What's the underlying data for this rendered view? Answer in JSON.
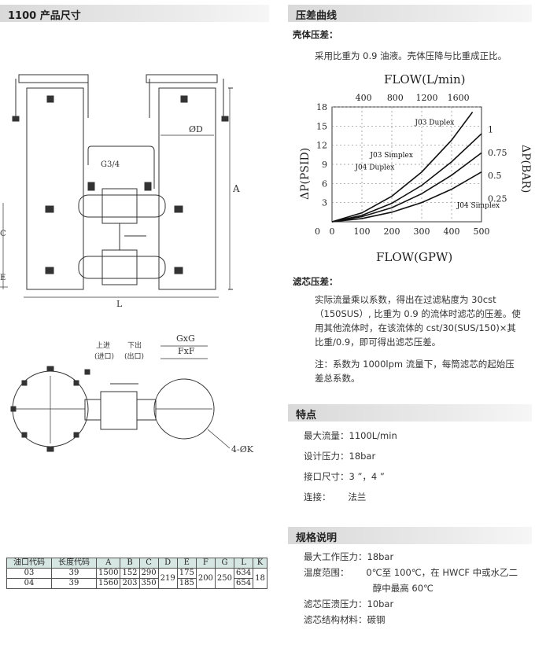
{
  "left_header": {
    "title": "1100 产品尺寸"
  },
  "drawing": {
    "labels": {
      "thread": "G3/4",
      "a": "A",
      "phi_d": "ØD",
      "l": "L",
      "c": "C",
      "e": "E",
      "inlet": "上进",
      "inlet_sub": "(进口)",
      "outlet": "下出",
      "outlet_sub": "(出口)",
      "gxg": "GxG",
      "fxf": "FxF",
      "holes": "4-ØK"
    }
  },
  "dimension_table": {
    "headers": [
      "油口代码",
      "长度代码",
      "A",
      "B",
      "C",
      "D",
      "E",
      "F",
      "G",
      "L",
      "K"
    ],
    "rows": [
      {
        "port": "03",
        "length": "39",
        "A": "1500",
        "B": "152",
        "C": "290",
        "E": "175",
        "L": "634"
      },
      {
        "port": "04",
        "length": "39",
        "A": "1560",
        "B": "203",
        "C": "350",
        "E": "185",
        "L": "654"
      }
    ],
    "shared": {
      "D": "219",
      "F": "200",
      "G": "250",
      "K": "18"
    }
  },
  "pressure_section": {
    "title": "压差曲线",
    "housing_title": "壳体压差：",
    "housing_text": "采用比重为 0.9 油液。壳体压降与比重成正比。",
    "element_title": "滤芯压差：",
    "element_lines": [
      "实际流量乘以系数，得出在过滤粘度为  30cst",
      "（150SUS）, 比重为 0.9 的流体时滤芯的压差。使",
      "用其他流体时，在该流体的  cst/30(SUS/150)×其",
      "比重/0.9，即可得出滤芯压差。"
    ],
    "note_lines": [
      "注：系数为 1000lpm 流量下，每筒滤芯的起始压",
      "差总系数。"
    ]
  },
  "chart_data": {
    "type": "line",
    "title": "FLOW(L/min)",
    "xlabel": "FLOW(GPW)",
    "ylabel": "ΔP(PSID)",
    "y2label": "ΔP(BAR)",
    "xlim": [
      0,
      500
    ],
    "ylim": [
      0,
      18
    ],
    "x_ticks": [
      "0",
      "100",
      "200",
      "300",
      "400",
      "500"
    ],
    "y_ticks": [
      "3",
      "6",
      "9",
      "12",
      "15",
      "18"
    ],
    "top_ticks": [
      "400",
      "800",
      "1200",
      "1600"
    ],
    "right_ticks": [
      "0.25",
      "0.5",
      "0.75",
      "1"
    ],
    "grid": true,
    "series": [
      {
        "name": "J03 Duplex",
        "x": [
          0,
          100,
          200,
          300,
          400,
          470
        ],
        "y": [
          0,
          1.4,
          4.0,
          7.8,
          12.8,
          17.2
        ]
      },
      {
        "name": "J03 Simplex",
        "x": [
          0,
          100,
          200,
          300,
          400,
          500
        ],
        "y": [
          0,
          1.0,
          2.9,
          5.7,
          9.4,
          13.8
        ]
      },
      {
        "name": "J04 Duplex",
        "x": [
          0,
          100,
          200,
          300,
          400,
          500
        ],
        "y": [
          0,
          0.8,
          2.2,
          4.4,
          7.3,
          10.8
        ]
      },
      {
        "name": "J04 Simplex",
        "x": [
          0,
          100,
          200,
          300,
          400,
          500
        ],
        "y": [
          0,
          0.5,
          1.5,
          3.0,
          5.1,
          7.8
        ]
      }
    ]
  },
  "features": {
    "title": "特点",
    "items": [
      "最大流量：1100L/min",
      "设计压力：18bar",
      "接口尺寸：3 ”，4 ”",
      "连接：      法兰"
    ]
  },
  "specs": {
    "title": "规格说明",
    "items": [
      "最大工作压力：18bar",
      "温度范围：      0℃至 100℃，在 HWCF 中或水乙二",
      "                        醇中最高 60℃",
      "滤芯压溃压力：10bar",
      "滤芯结构材料：碳钢"
    ]
  }
}
